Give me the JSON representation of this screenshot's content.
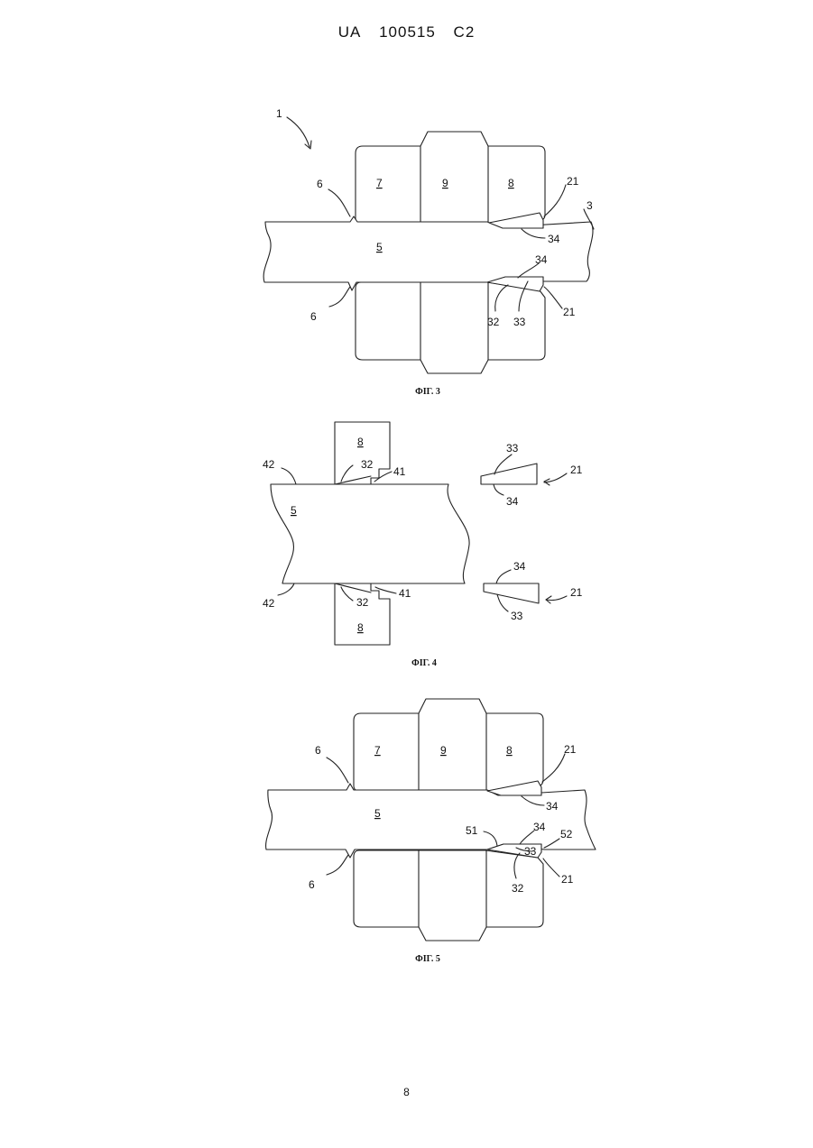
{
  "header": {
    "country": "UA",
    "number": "100515",
    "kind": "C2"
  },
  "figures": {
    "fig3": {
      "caption": "ФІГ. 3",
      "labels": {
        "assembly": "1",
        "pipe": "5",
        "pipe_end": "3",
        "block_a": "7",
        "block_b": "9",
        "block_c": "8",
        "seam_top": "6",
        "seam_bottom": "6",
        "wedge_top": "21",
        "wedge_bottom": "21",
        "face_top": "34",
        "face_bottom": "34",
        "inner": "32",
        "slope": "33"
      }
    },
    "fig4": {
      "caption": "ФІГ. 4",
      "labels": {
        "pipe": "5",
        "edge_top": "42",
        "edge_bottom": "42",
        "block_top": "8",
        "block_bottom": "8",
        "inner_top": "32",
        "inner_bottom": "32",
        "step_top": "41",
        "step_bottom": "41",
        "wedge_top": "21",
        "wedge_bottom": "21",
        "slope_top": "33",
        "face_top": "34",
        "face_bottom": "34",
        "slope_bottom": "33"
      }
    },
    "fig5": {
      "caption": "ФІГ. 5",
      "labels": {
        "pipe": "5",
        "block_a": "7",
        "block_b": "9",
        "block_c": "8",
        "seam_top": "6",
        "seam_bottom": "6",
        "wedge_top": "21",
        "wedge_bottom": "21",
        "face_top": "34",
        "face_bottom": "34",
        "gap_left": "51",
        "gap_right": "52",
        "slope": "33",
        "inner": "32"
      }
    }
  },
  "page_number": "8"
}
